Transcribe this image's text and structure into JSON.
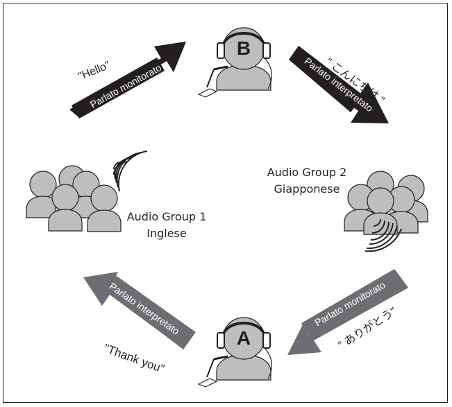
{
  "group1": {
    "name": "Audio Group 1",
    "language": "Inglese"
  },
  "group2": {
    "name": "Audio Group 2",
    "language": "Giapponese"
  },
  "interpreter_b": {
    "letter": "B"
  },
  "interpreter_a": {
    "letter": "A"
  },
  "arrows": {
    "top_left": {
      "text": "Parlato monitorato",
      "quote": "\"Hello\""
    },
    "top_right": {
      "text": "Parlato interpretato",
      "quote": "\" こんにちは \""
    },
    "bottom_right": {
      "text": "Parlato monitorato",
      "quote": "\" ありがとう\""
    },
    "bottom_left": {
      "text": "Parlato interpretato",
      "quote": "\"Thank you\""
    }
  },
  "colors": {
    "dark_arrow": "#231f20",
    "gray_arrow": "#6d6e71",
    "person_fill": "#bcbec0",
    "line": "#231f20"
  }
}
